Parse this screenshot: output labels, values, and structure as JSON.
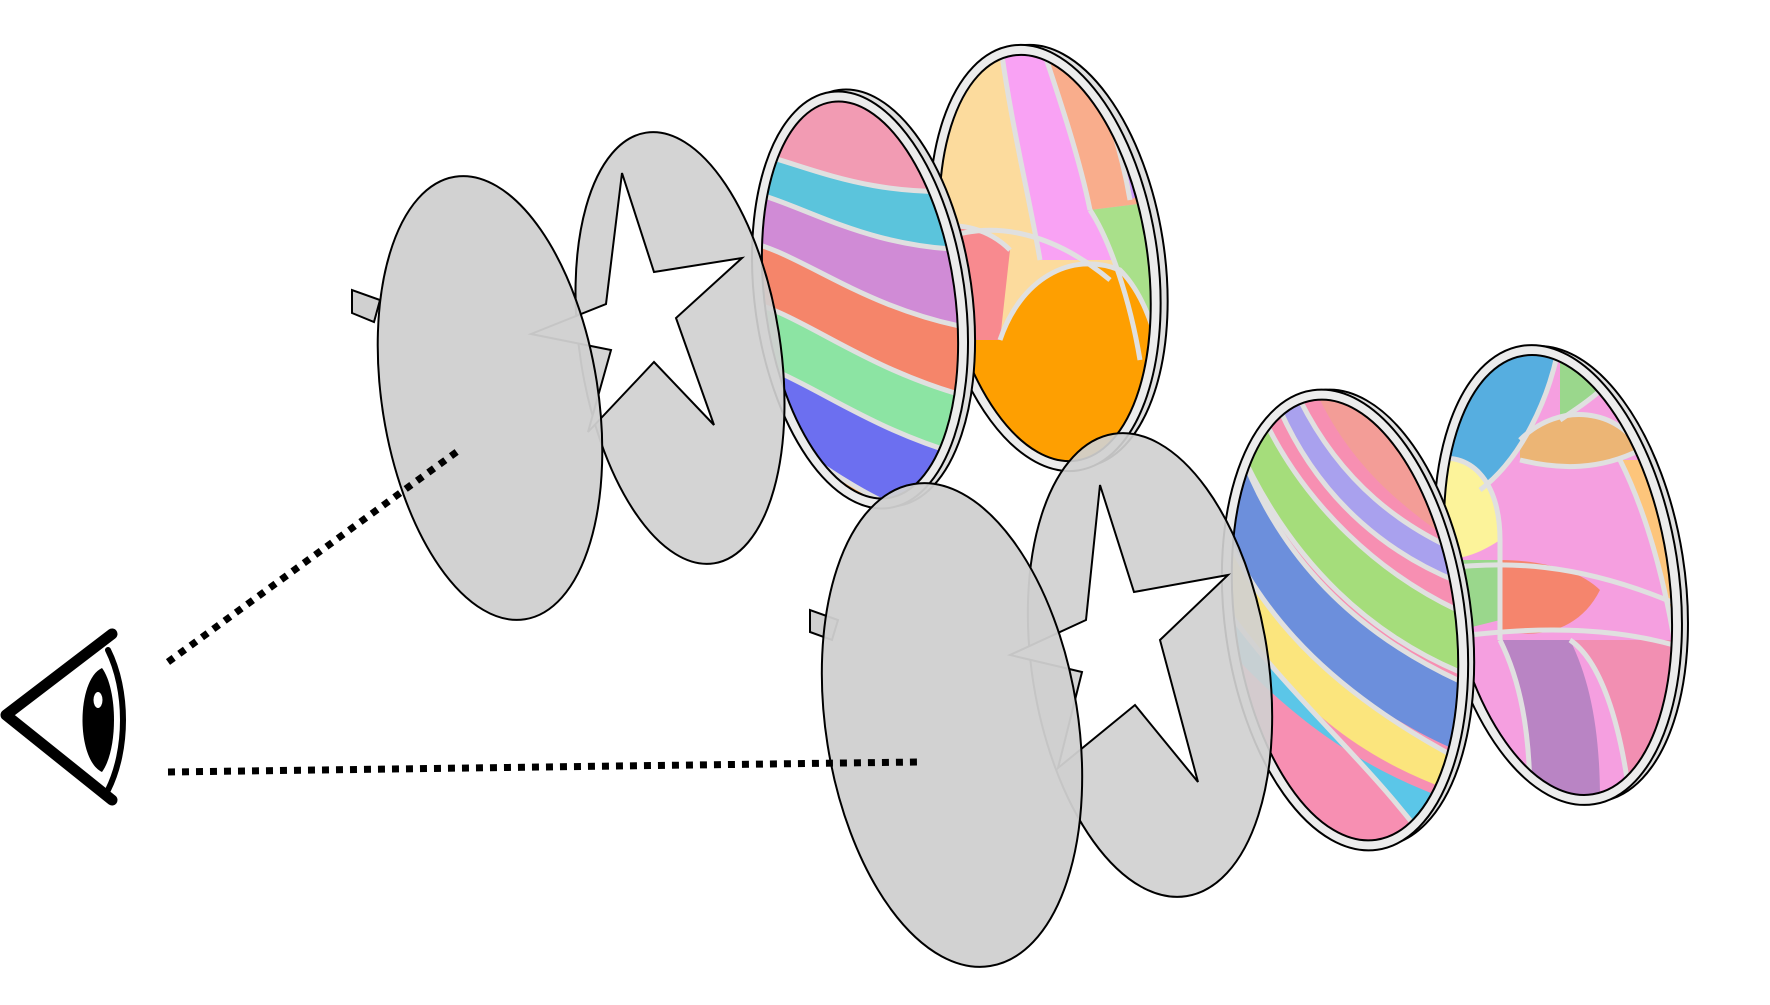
{
  "colors": {
    "background": "#ffffff",
    "outline": "#000000",
    "disc_gray": "#d0d0d0",
    "rim_gray": "#e6e6e6",
    "lead_line": "#e0e0e0",
    "sight_line": "#000000"
  },
  "observer": {
    "icon": "eye-icon"
  },
  "assemblies": [
    {
      "id": "upper",
      "layers": [
        {
          "kind": "occluder-disc",
          "icon": "solid-gray-disc"
        },
        {
          "kind": "star-stencil",
          "icon": "star-cutout-disc"
        },
        {
          "kind": "stained-glass-wave",
          "icon": "wavy-stained-glass-disc",
          "palette": [
            "#f29bb3",
            "#5bc4dc",
            "#d08bd6",
            "#f5856a",
            "#8ce4a3",
            "#6c6ff0",
            "#ffa94d"
          ]
        },
        {
          "kind": "stained-glass-arc",
          "icon": "arc-stained-glass-disc",
          "palette": [
            "#fcdb9d",
            "#f9a2f4",
            "#f9ad8c",
            "#c999f8",
            "#a9e08a",
            "#f88a8f",
            "#fe9f01"
          ]
        }
      ]
    },
    {
      "id": "lower",
      "layers": [
        {
          "kind": "occluder-disc",
          "icon": "solid-gray-disc"
        },
        {
          "kind": "star-stencil",
          "icon": "star-cutout-disc"
        },
        {
          "kind": "stained-glass-wave",
          "icon": "wavy-stained-glass-disc",
          "palette": [
            "#f39d97",
            "#a9a1ee",
            "#a5dd7b",
            "#6c8fdc",
            "#fbe57d",
            "#5bc6e8",
            "#f78fb2"
          ]
        },
        {
          "kind": "stained-glass-arc",
          "icon": "arc-stained-glass-disc",
          "palette": [
            "#56aee0",
            "#9ad78c",
            "#ecb575",
            "#fcf39a",
            "#f59fe0",
            "#f5856d",
            "#fdc57b",
            "#b984c4",
            "#f28fb2",
            "#f18ef5"
          ]
        }
      ]
    }
  ]
}
